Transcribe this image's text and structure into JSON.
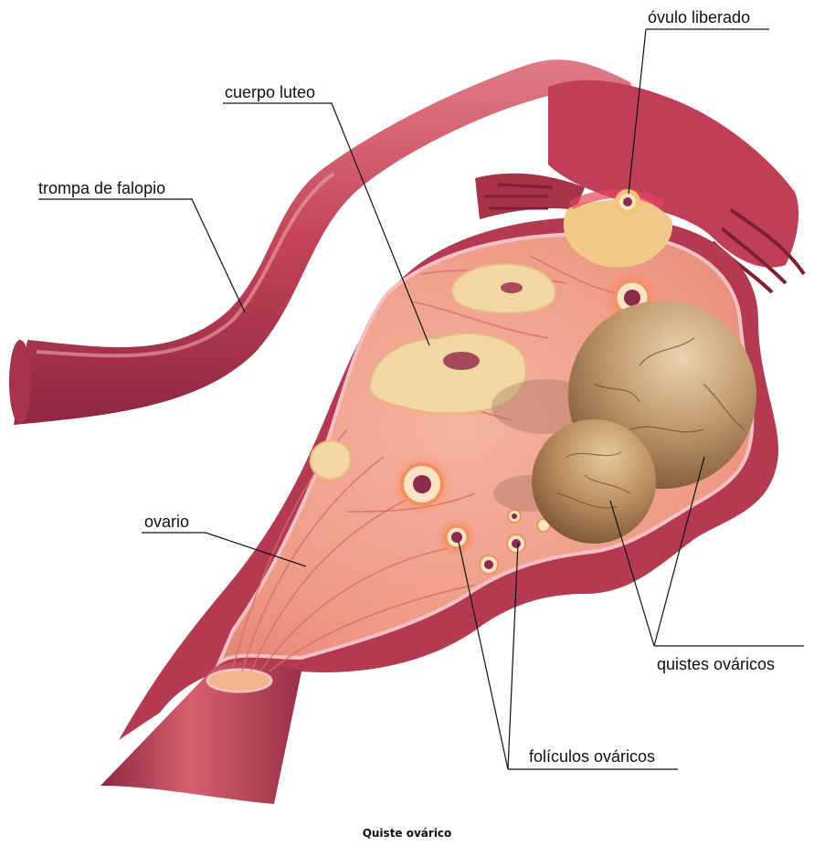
{
  "labels": {
    "ovulo_liberado": "óvulo liberado",
    "cuerpo_luteo": "cuerpo luteo",
    "trompa_de_falopio": "trompa de falopio",
    "ovario": "ovario",
    "quistes_ovaricos": "quistes ováricos",
    "foliculos_ovaricos": "folículos ováricos"
  },
  "caption": "Quiste ovárico",
  "colors": {
    "tissue_dark": "#9c2f45",
    "tissue_mid": "#c8485e",
    "tissue_light": "#e47c84",
    "ovary_cut": "#f0a08c",
    "corpus_yellow": "#f2d7a4",
    "cyst_brown": "#b98d62",
    "leader_line": "#111111"
  }
}
